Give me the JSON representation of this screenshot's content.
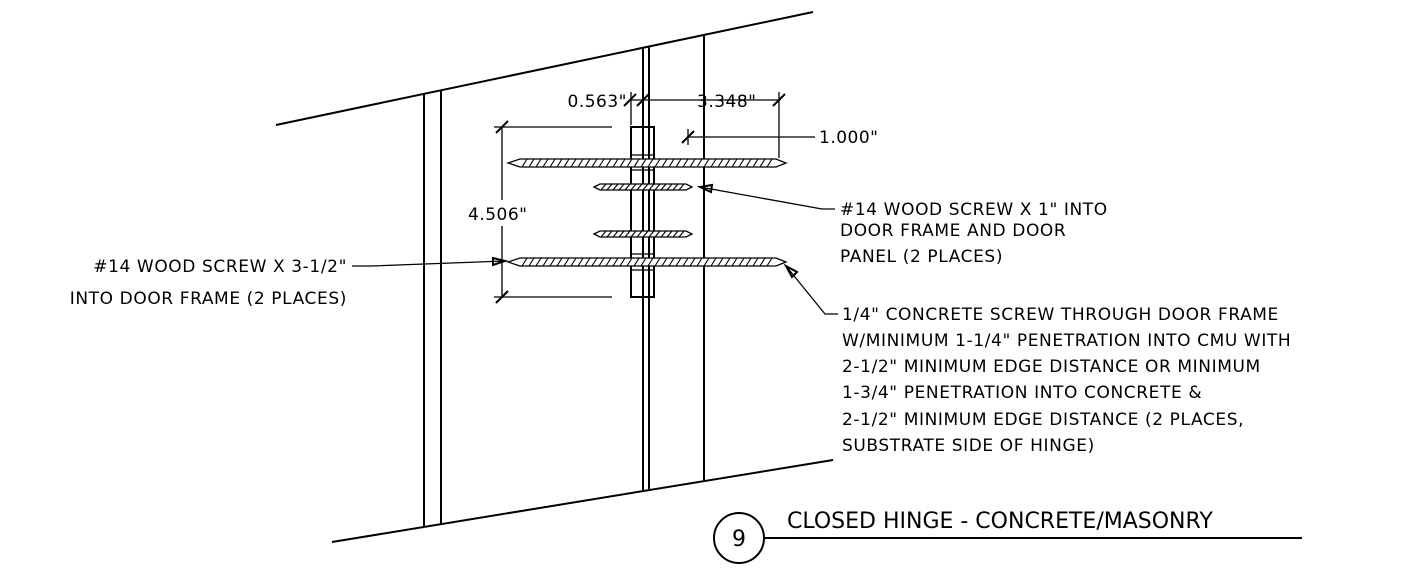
{
  "dimensions": {
    "top_left": "0.563\"",
    "top_right": "3.348\"",
    "right": "1.000\"",
    "height": "4.506\""
  },
  "notes": {
    "wood_screw_short": [
      "#14 WOOD SCREW X 1\" INTO",
      "DOOR FRAME AND DOOR",
      "PANEL (2 PLACES)"
    ],
    "wood_screw_long": [
      "#14 WOOD SCREW X 3-1/2\"",
      "INTO DOOR FRAME (2 PLACES)"
    ],
    "concrete_screw": [
      "1/4\" CONCRETE SCREW THROUGH DOOR FRAME",
      "W/MINIMUM 1-1/4\" PENETRATION INTO CMU WITH",
      "2-1/2\" MINIMUM EDGE DISTANCE OR MINIMUM",
      "1-3/4\" PENETRATION INTO CONCRETE &",
      "2-1/2\" MINIMUM EDGE DISTANCE (2 PLACES,",
      "SUBSTRATE SIDE OF HINGE)"
    ]
  },
  "detail": {
    "number": "9",
    "title": "CLOSED HINGE - CONCRETE/MASONRY"
  }
}
